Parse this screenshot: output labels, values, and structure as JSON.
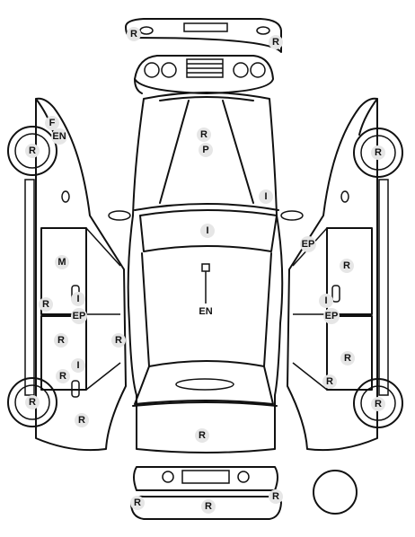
{
  "diagram": {
    "markers": [
      {
        "id": "rear-bumper-left",
        "code": "R"
      },
      {
        "id": "rear-bumper-right",
        "code": "R"
      },
      {
        "id": "top-fender-left",
        "code": "F"
      },
      {
        "id": "top-fender-left-2",
        "code": "EN"
      },
      {
        "id": "wheel-left-front",
        "code": "R"
      },
      {
        "id": "roof-r",
        "code": "R"
      },
      {
        "id": "roof-p",
        "code": "P"
      },
      {
        "id": "rear-window",
        "code": "I"
      },
      {
        "id": "windshield",
        "code": "I"
      },
      {
        "id": "wheel-right-front",
        "code": "R"
      },
      {
        "id": "right-ep-upper",
        "code": "EP"
      },
      {
        "id": "left-rear-door",
        "code": "M"
      },
      {
        "id": "right-rear-door",
        "code": "R"
      },
      {
        "id": "left-sill",
        "code": "R"
      },
      {
        "id": "left-pillar-i",
        "code": "I"
      },
      {
        "id": "left-pillar-ep",
        "code": "EP"
      },
      {
        "id": "right-pillar-i",
        "code": "I"
      },
      {
        "id": "right-pillar-ep",
        "code": "EP"
      },
      {
        "id": "left-front-door",
        "code": "R"
      },
      {
        "id": "left-front-fender",
        "code": "R"
      },
      {
        "id": "left-lower-r",
        "code": "R"
      },
      {
        "id": "left-lower-i",
        "code": "I"
      },
      {
        "id": "right-front-door",
        "code": "R"
      },
      {
        "id": "right-lower-r",
        "code": "R"
      },
      {
        "id": "wheel-left-rear",
        "code": "R"
      },
      {
        "id": "wheel-right-rear",
        "code": "R"
      },
      {
        "id": "left-bottom-r",
        "code": "R"
      },
      {
        "id": "hood",
        "code": "R"
      },
      {
        "id": "front-bumper-left",
        "code": "R"
      },
      {
        "id": "front-bumper-center",
        "code": "R"
      },
      {
        "id": "front-bumper-right",
        "code": "R"
      }
    ],
    "engine_label": "EN"
  }
}
